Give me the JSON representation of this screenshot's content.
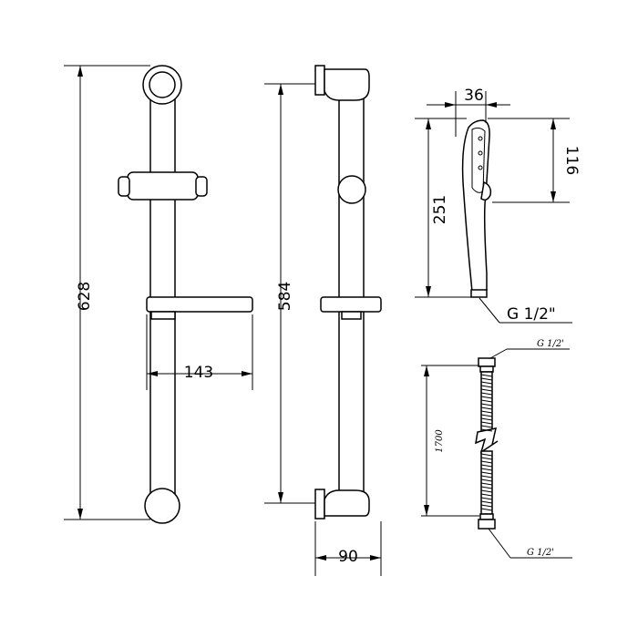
{
  "dimensions": {
    "overall_length": "628",
    "bracket_spacing": "584",
    "soap_dish_width": "143",
    "wall_projection": "90",
    "handshower_head_width": "36",
    "handshower_head_length": "116",
    "handshower_total_length": "251",
    "handshower_thread": "G 1/2\"",
    "hose_length": "1700",
    "hose_thread_top": "G 1/2'",
    "hose_thread_bottom": "G 1/2'"
  }
}
